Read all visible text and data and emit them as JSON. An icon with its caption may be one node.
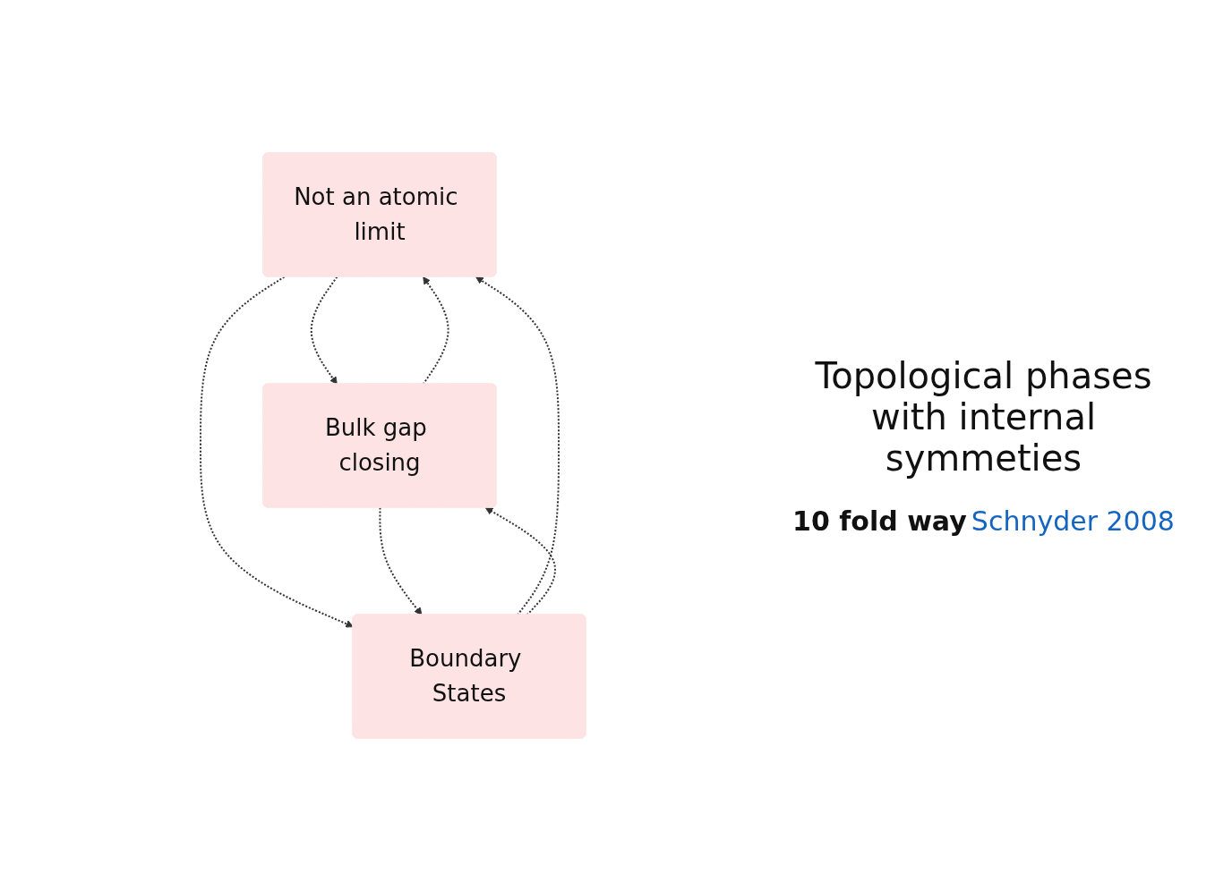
{
  "diagram": {
    "nodes": [
      {
        "text": [
          "Not an atomic limit"
        ]
      },
      {
        "text": [
          "Bulk gap closing"
        ]
      },
      {
        "text": [
          "Boundary States"
        ]
      }
    ],
    "edges": [
      {
        "from": 1,
        "to": 0,
        "arrow": "to",
        "style": "dashed"
      },
      {
        "from": 0,
        "to": 1,
        "arrow": "to",
        "style": "dashed"
      },
      {
        "from": 0,
        "to": 2,
        "arrow": "to",
        "style": "dashed"
      },
      {
        "from": 2,
        "to": 0,
        "arrow": "to",
        "style": "dashed"
      },
      {
        "from": 2,
        "to": 1,
        "arrow": "to",
        "style": "dashed"
      },
      {
        "from": 1,
        "to": 2,
        "arrow": "to",
        "style": "dashed"
      }
    ],
    "labels": [
      "Topological phases with internal symmeties",
      "10 fold way",
      "Schnyder 2008"
    ]
  }
}
